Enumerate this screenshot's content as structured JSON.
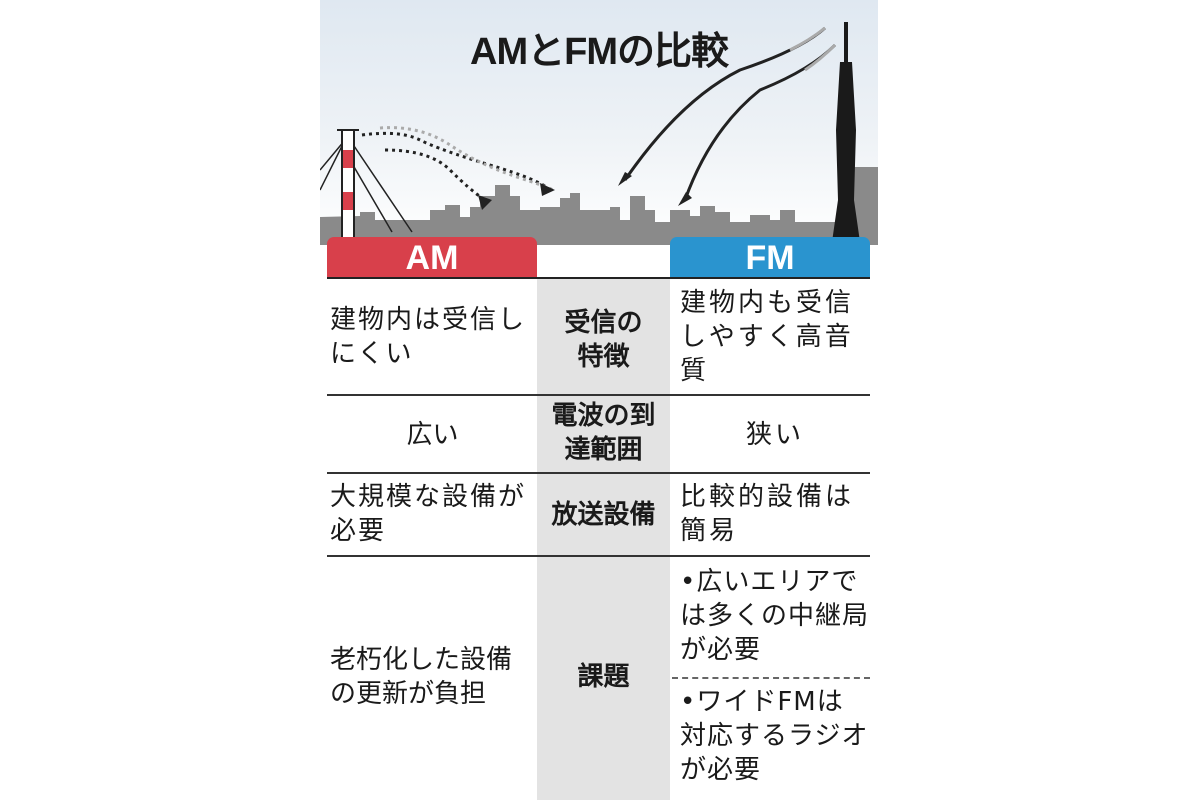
{
  "title": "AMとFMの比較",
  "headers": {
    "am": "AM",
    "fm": "FM"
  },
  "colors": {
    "am": "#d8404b",
    "fm": "#2a94cf",
    "middle": "#e3e3e3"
  },
  "rows": [
    {
      "label": "受信の特徴",
      "am": "建物内は受信しにくい",
      "fm": "建物内も受信しやすく高音質"
    },
    {
      "label": "電波の到達範囲",
      "am": "広い",
      "fm": "狭い"
    },
    {
      "label": "放送設備",
      "am": "大規模な設備が必要",
      "fm": "比較的設備は簡易"
    },
    {
      "label": "課題",
      "am": "老朽化した設備の更新が負担",
      "fm_items": [
        "•広いエリアでは多くの中継局が必要",
        "•ワイドFMは対応するラジオが必要"
      ]
    }
  ]
}
